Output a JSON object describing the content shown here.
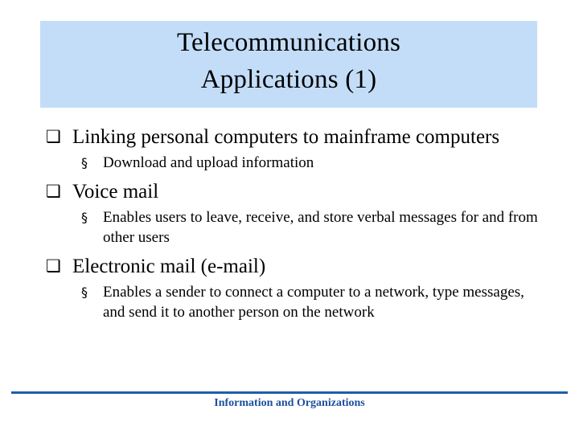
{
  "slide": {
    "title_line1": "Telecommunications",
    "title_line2": "Applications (1)",
    "title_band_color": "#c3ddf8",
    "footer_text": "Information and Organizations",
    "footer_color": "#1b4f9c",
    "rule_color": "#1f5fa9",
    "bullet_level1_glyph": "❑",
    "bullet_level2_glyph": "§",
    "content": [
      {
        "level1": "Linking personal computers to mainframe computers",
        "level2": [
          "Download and upload information"
        ]
      },
      {
        "level1": "Voice mail",
        "level2": [
          "Enables users to leave, receive, and store verbal messages for and from other users"
        ]
      },
      {
        "level1": "Electronic mail (e-mail)",
        "level2": [
          "Enables a sender to connect a computer to a network, type messages, and send it to another person on the network"
        ]
      }
    ]
  }
}
